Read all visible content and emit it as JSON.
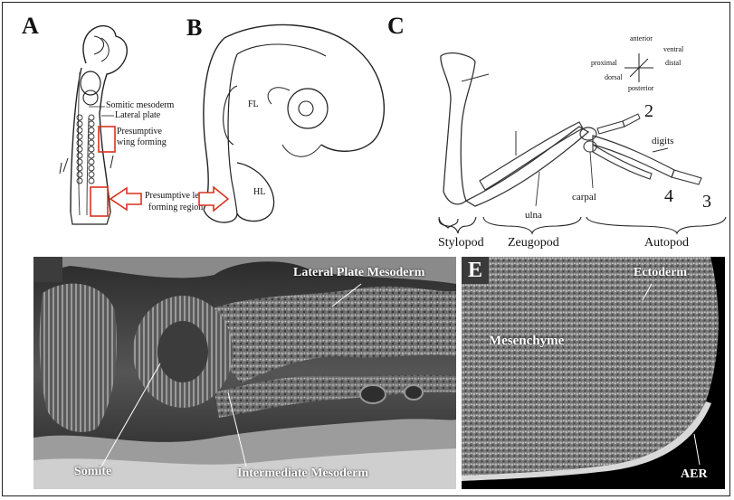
{
  "panels": {
    "a": {
      "letter": "A",
      "labels": {
        "somitic": "Somitic mesoderm",
        "lateral": "Lateral plate",
        "wing1": "Presumptive",
        "wing2": "wing forming",
        "leg1": "Presumptive leg",
        "leg2": "forming region"
      }
    },
    "b": {
      "letter": "B",
      "labels": {
        "fl": "FL",
        "hl": "HL"
      }
    },
    "c": {
      "letter": "C",
      "compass": {
        "anterior": "anterior",
        "ventral": "ventral",
        "proximal": "proximal",
        "distal": "distal",
        "dorsal": "dorsal",
        "posterior": "posterior"
      },
      "labels": {
        "digits": "digits",
        "carpal": "carpal",
        "ulna": "ulna",
        "d2": "2",
        "d3": "3",
        "d4": "4"
      },
      "regions": {
        "stylopod": "Stylopod",
        "zeugopod": "Zeugopod",
        "autopod": "Autopod"
      }
    },
    "d": {
      "labels": {
        "lateral_plate": "Lateral Plate Mesoderm",
        "somite": "Somite",
        "intermediate": "Intermediate Mesoderm"
      }
    },
    "e": {
      "letter": "E",
      "labels": {
        "ectoderm": "Ectoderm",
        "mesenchyme": "Mesenchyme",
        "aer": "AER"
      }
    }
  },
  "colors": {
    "arrow_red": "#d7331e",
    "box_red": "#d7331e"
  }
}
